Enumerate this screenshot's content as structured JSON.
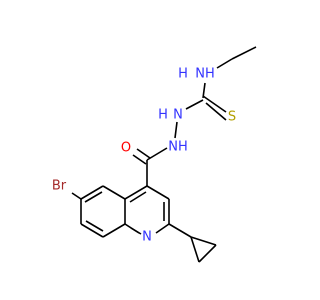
{
  "molecule": {
    "colors": {
      "bond": "#000000",
      "carbon": "#000000",
      "nitrogen": "#3333ff",
      "oxygen": "#ff0000",
      "sulfur": "#b3a000",
      "bromine": "#a52a2a"
    },
    "labels": {
      "nh_ethyl": "NH",
      "h_ethyl": "H",
      "n_left": "N",
      "h_left": "H",
      "nh_lower": "NH",
      "s": "S",
      "o": "O",
      "br": "Br",
      "n_quinoline": "N"
    }
  }
}
